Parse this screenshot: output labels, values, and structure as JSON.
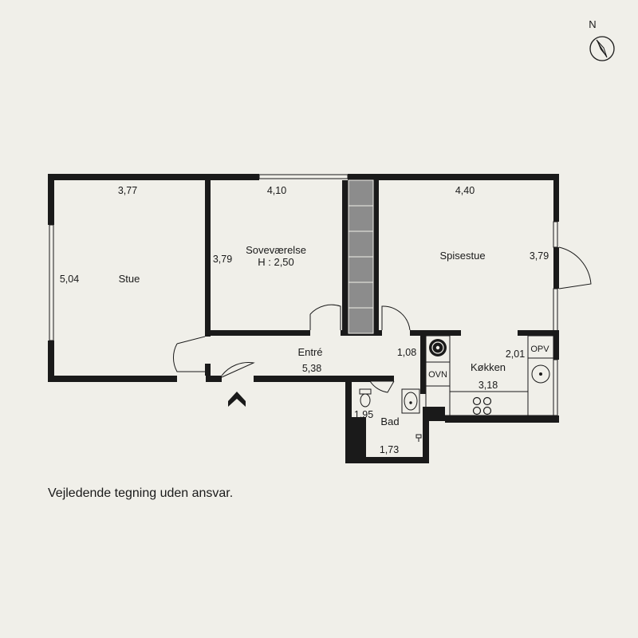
{
  "compass": {
    "label": "N"
  },
  "rooms": {
    "stue": {
      "name": "Stue",
      "width": "3,77",
      "depth": "5,04"
    },
    "sovevaerelse": {
      "name": "Soveværelse",
      "height": "H : 2,50",
      "width": "4,10",
      "depth": "3,79"
    },
    "spisestue": {
      "name": "Spisestue",
      "width": "4,40",
      "depth": "3,79"
    },
    "entre": {
      "name": "Entré",
      "width": "5,38",
      "depth": "1,08"
    },
    "kokken": {
      "name": "Køkken",
      "width": "3,18",
      "depth": "2,01"
    },
    "bad": {
      "name": "Bad",
      "width": "1,73",
      "depth": "1,95"
    }
  },
  "fixtures": {
    "oven": "OVN",
    "dishwasher": "OPV"
  },
  "disclaimer": "Vejledende tegning uden ansvar.",
  "colors": {
    "background": "#f0efe9",
    "wall": "#1a1a1a",
    "stair": "#8c8c8c"
  }
}
